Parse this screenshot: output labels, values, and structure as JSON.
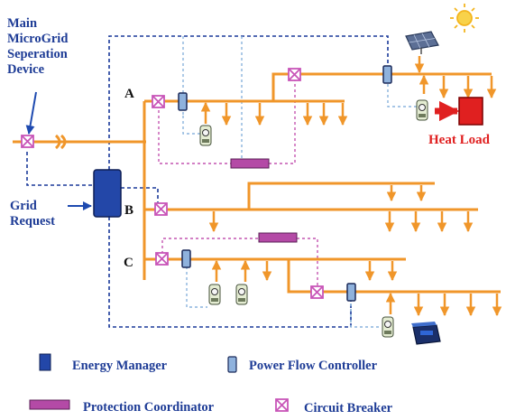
{
  "labels": {
    "main_separation": [
      "Main",
      "MicroGrid",
      "Seperation",
      "Device"
    ],
    "grid_request": [
      "Grid",
      "Request"
    ],
    "feeder_a": "A",
    "feeder_b": "B",
    "feeder_c": "C",
    "heat_load": "Heat Load"
  },
  "legend": {
    "energy_manager": "Energy Manager",
    "power_flow_controller": "Power Flow Controller",
    "protection_coordinator": "Protection Coordinator",
    "circuit_breaker": "Circuit Breaker"
  },
  "colors": {
    "bus": "#f0962a",
    "control_line": "#1b3a9a",
    "protection_line": "#c455b0",
    "energy_manager": "#2347a8",
    "power_flow_controller": "#8fb2dd",
    "protection_coordinator": "#b44aa6",
    "circuit_breaker": "#c855b8",
    "heat_load": "#e02020",
    "heat_label": "#e02020",
    "text": "#1e3c96",
    "sun": "#f3b51f"
  },
  "icons": [
    "sun-icon",
    "solar-panel-icon",
    "microturbine-icon",
    "battery-icon",
    "circuit-breaker-icon"
  ]
}
